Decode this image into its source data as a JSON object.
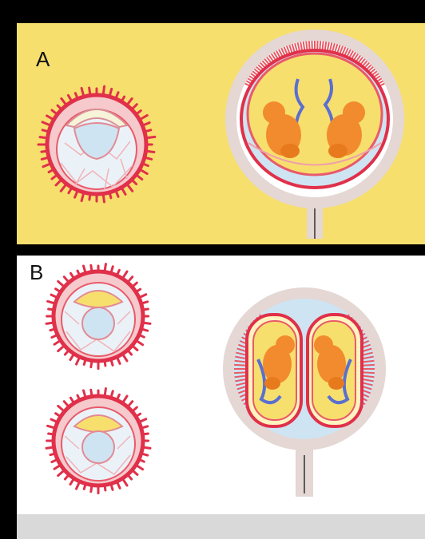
{
  "panels": {
    "a": {
      "label": "A"
    },
    "b": {
      "label": "B"
    }
  },
  "colors": {
    "panel_a_background": "#f7df6e",
    "panel_b_background": "#ffffff",
    "border": "#000000",
    "bottom_strip": "#d9d9d9",
    "chorion_red": "#e0304a",
    "amnion_pink": "#f3a7ad",
    "placenta_red": "#e85a65",
    "fetus_orange": "#f28a2e",
    "cord_blue": "#5a6fd0",
    "fluid_blue": "#cfe4f2",
    "uterus_gray": "#e4d7d4"
  },
  "icons": [
    "fetus-illustration",
    "umbilical-cord",
    "blastocyst-illustration"
  ]
}
